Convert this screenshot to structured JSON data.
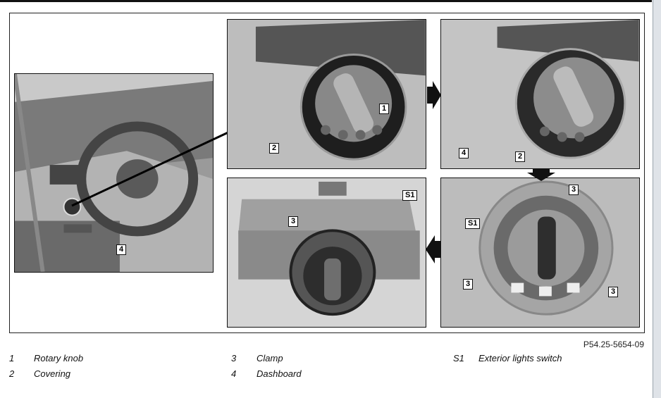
{
  "figure": {
    "code": "P54.25-5654-09",
    "panel_labels": {
      "dash": {
        "c4": "4"
      },
      "top_mid": {
        "c1": "1",
        "c2": "2"
      },
      "top_right": {
        "c4": "4",
        "c2": "2"
      },
      "bottom_mid": {
        "c3": "3",
        "cs1": "S1"
      },
      "bottom_right": {
        "c3a": "3",
        "cs1": "S1",
        "c3b": "3",
        "c3c": "3"
      }
    },
    "arrow_icons": [
      "arrow-right-icon",
      "arrow-down-icon",
      "arrow-left-icon"
    ]
  },
  "legend": [
    {
      "num": "1",
      "label": "Rotary knob"
    },
    {
      "num": "2",
      "label": "Covering"
    },
    {
      "num": "3",
      "label": "Clamp"
    },
    {
      "num": "4",
      "label": "Dashboard"
    },
    {
      "num": "S1",
      "label": "Exterior lights switch"
    }
  ]
}
